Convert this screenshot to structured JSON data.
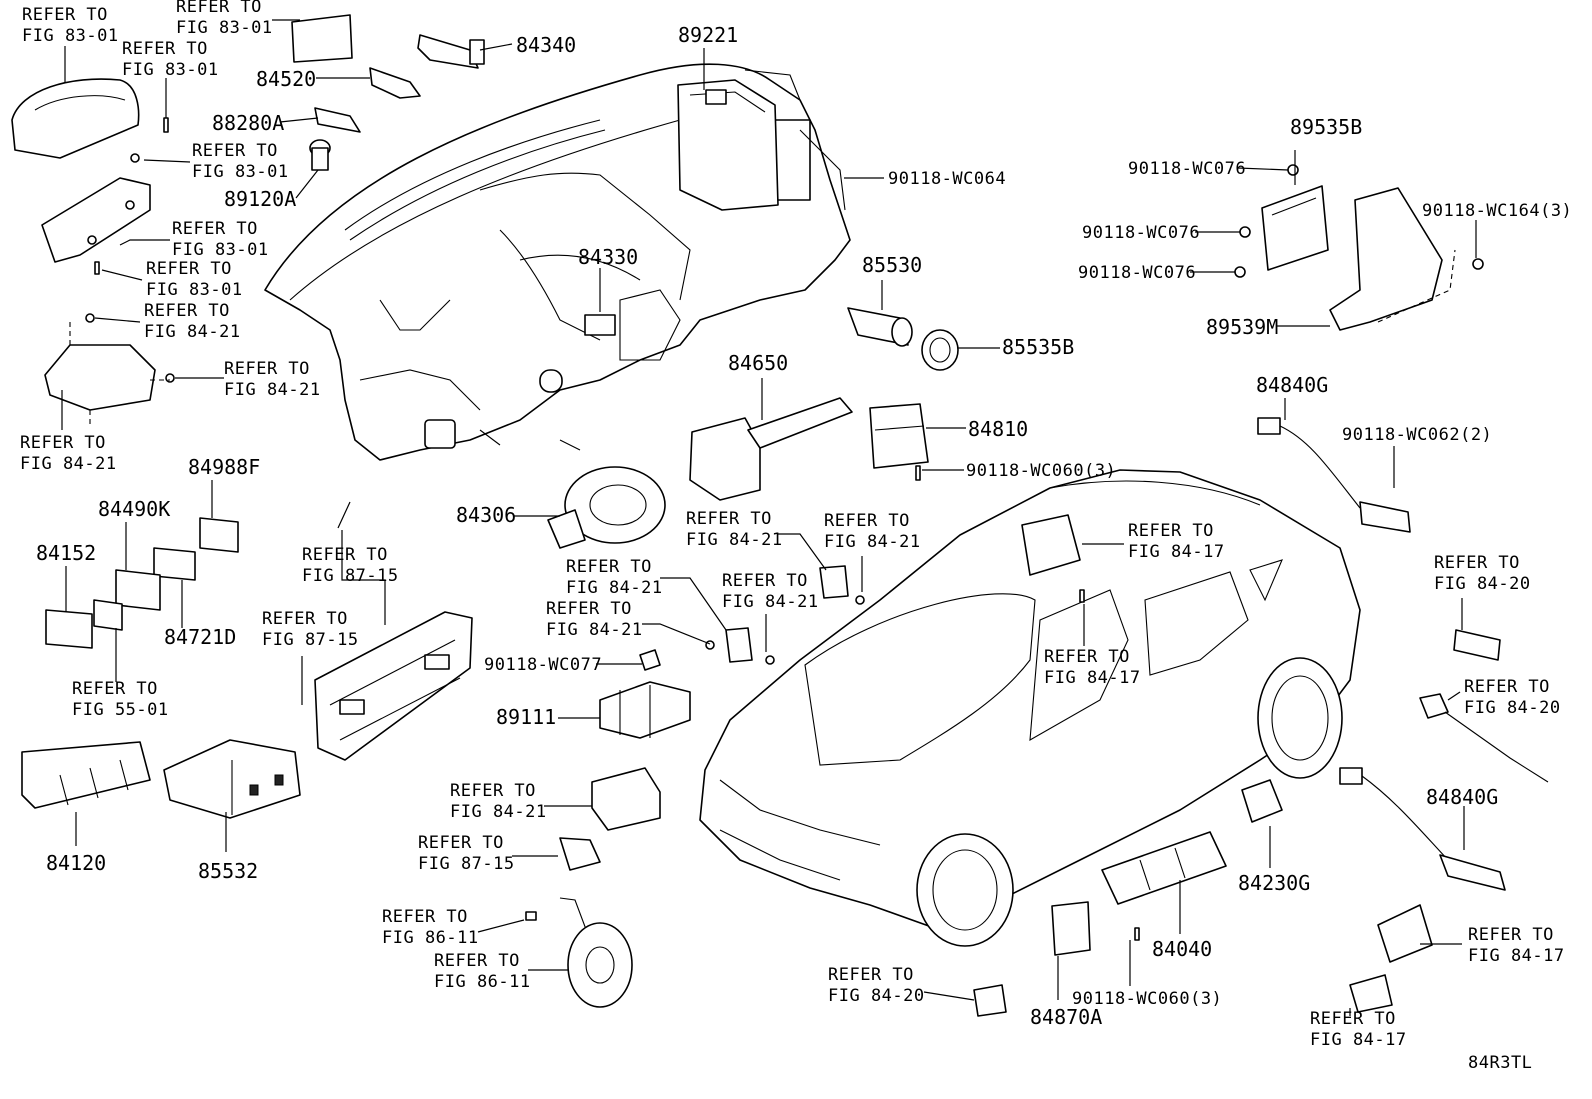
{
  "refer_to": "REFER TO",
  "callouts": [
    {
      "id": "c1",
      "fig": "FIG 83-01"
    },
    {
      "id": "c2",
      "fig": "FIG 83-01"
    },
    {
      "id": "c3",
      "fig": "FIG 83-01"
    },
    {
      "id": "c4",
      "fig": "FIG 83-01"
    },
    {
      "id": "c5",
      "fig": "FIG 83-01"
    },
    {
      "id": "c6",
      "fig": "FIG 83-01"
    },
    {
      "id": "c7",
      "fig": "FIG 84-21"
    },
    {
      "id": "c8",
      "fig": "FIG 84-21"
    },
    {
      "id": "c9",
      "fig": "FIG 84-21"
    },
    {
      "id": "c10",
      "fig": "FIG 87-15"
    },
    {
      "id": "c11",
      "fig": "FIG 87-15"
    },
    {
      "id": "c12",
      "fig": "FIG 55-01"
    },
    {
      "id": "c13",
      "fig": "FIG 84-21"
    },
    {
      "id": "c14",
      "fig": "FIG 84-21"
    },
    {
      "id": "c15",
      "fig": "FIG 84-21"
    },
    {
      "id": "c16",
      "fig": "FIG 84-21"
    },
    {
      "id": "c17",
      "fig": "FIG 84-21"
    },
    {
      "id": "c18",
      "fig": "FIG 84-21"
    },
    {
      "id": "c19",
      "fig": "FIG 87-15"
    },
    {
      "id": "c20",
      "fig": "FIG 86-11"
    },
    {
      "id": "c21",
      "fig": "FIG 86-11"
    },
    {
      "id": "c22",
      "fig": "FIG 84-17"
    },
    {
      "id": "c23",
      "fig": "FIG 84-17"
    },
    {
      "id": "c24",
      "fig": "FIG 84-20"
    },
    {
      "id": "c25",
      "fig": "FIG 84-20"
    },
    {
      "id": "c26",
      "fig": "FIG 84-20"
    },
    {
      "id": "c27",
      "fig": "FIG 84-17"
    },
    {
      "id": "c28",
      "fig": "FIG 84-17"
    }
  ],
  "part_numbers": {
    "p84340": "84340",
    "p84520": "84520",
    "p88280A": "88280A",
    "p89120A": "89120A",
    "p89221": "89221",
    "p90118_WC064": "90118-WC064",
    "p84330": "84330",
    "p89535B": "89535B",
    "p90118_WC076_a": "90118-WC076",
    "p90118_WC076_b": "90118-WC076",
    "p90118_WC076_c": "90118-WC076",
    "p90118_WC164": "90118-WC164(3)",
    "p89539M": "89539M",
    "p85530": "85530",
    "p85535B": "85535B",
    "p84650": "84650",
    "p84810": "84810",
    "p90118_WC060_a": "90118-WC060(3)",
    "p84840G_a": "84840G",
    "p90118_WC062": "90118-WC062(2)",
    "p84988F": "84988F",
    "p84490K": "84490K",
    "p84152": "84152",
    "p84721D": "84721D",
    "p84306": "84306",
    "p90118_WC077": "90118-WC077",
    "p89111": "89111",
    "p84120": "84120",
    "p85532": "85532",
    "p84840G_b": "84840G",
    "p84230G": "84230G",
    "p84040": "84040",
    "p84870A": "84870A",
    "p90118_WC060_b": "90118-WC060(3)"
  },
  "drawing_code": "84R3TL"
}
